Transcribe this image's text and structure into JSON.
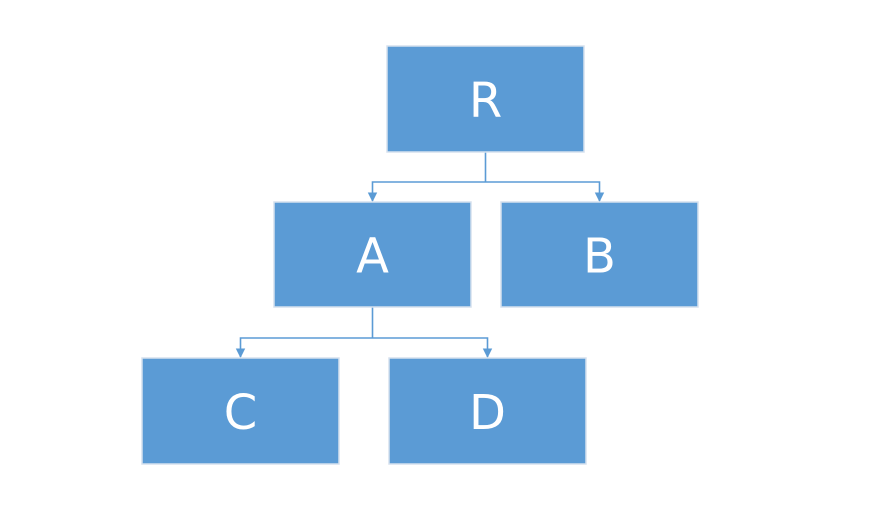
{
  "colors": {
    "node_fill": "#5b9bd5",
    "connector": "#5b9bd5",
    "label_text": "#ffffff"
  },
  "nodes": [
    {
      "id": "R",
      "label": "R"
    },
    {
      "id": "A",
      "label": "A"
    },
    {
      "id": "B",
      "label": "B"
    },
    {
      "id": "C",
      "label": "C"
    },
    {
      "id": "D",
      "label": "D"
    }
  ],
  "edges": [
    {
      "from": "R",
      "to": "A"
    },
    {
      "from": "R",
      "to": "B"
    },
    {
      "from": "A",
      "to": "C"
    },
    {
      "from": "A",
      "to": "D"
    }
  ]
}
